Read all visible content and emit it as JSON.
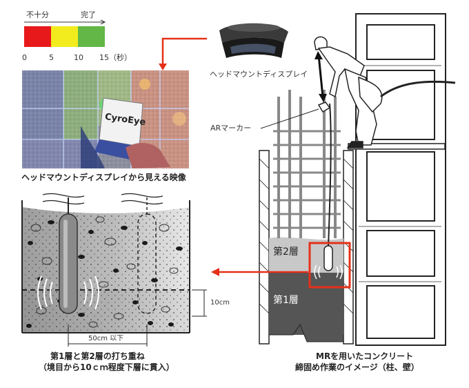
{
  "legend": {
    "label_left": "不十分",
    "label_right": "完了",
    "ticks": [
      "0",
      "5",
      "10",
      "15（秒）"
    ],
    "colors": [
      "#e8191a",
      "#f2ec1e",
      "#62b746"
    ]
  },
  "labels": {
    "hmd": "ヘッドマウントディスプレイ",
    "ar_marker": "ARマーカー",
    "hmd_view": "ヘッドマウントディスプレイから見える映像",
    "device_text": "CyroEye",
    "layer2": "第2層",
    "layer1": "第1層",
    "depth": "10cm",
    "spacing": "50cm 以下",
    "caption_left_1": "第1層と第2層の打ち重ね",
    "caption_left_2": "（境目から10ｃｍ程度下層に貫入）",
    "caption_right_1": "MRを用いたコンクリート",
    "caption_right_2": "締固め作業のイメージ（柱、壁）"
  },
  "colors": {
    "accent_red": "#e53019",
    "concrete_dark": "#555555",
    "concrete_light": "#cfcfcf"
  }
}
